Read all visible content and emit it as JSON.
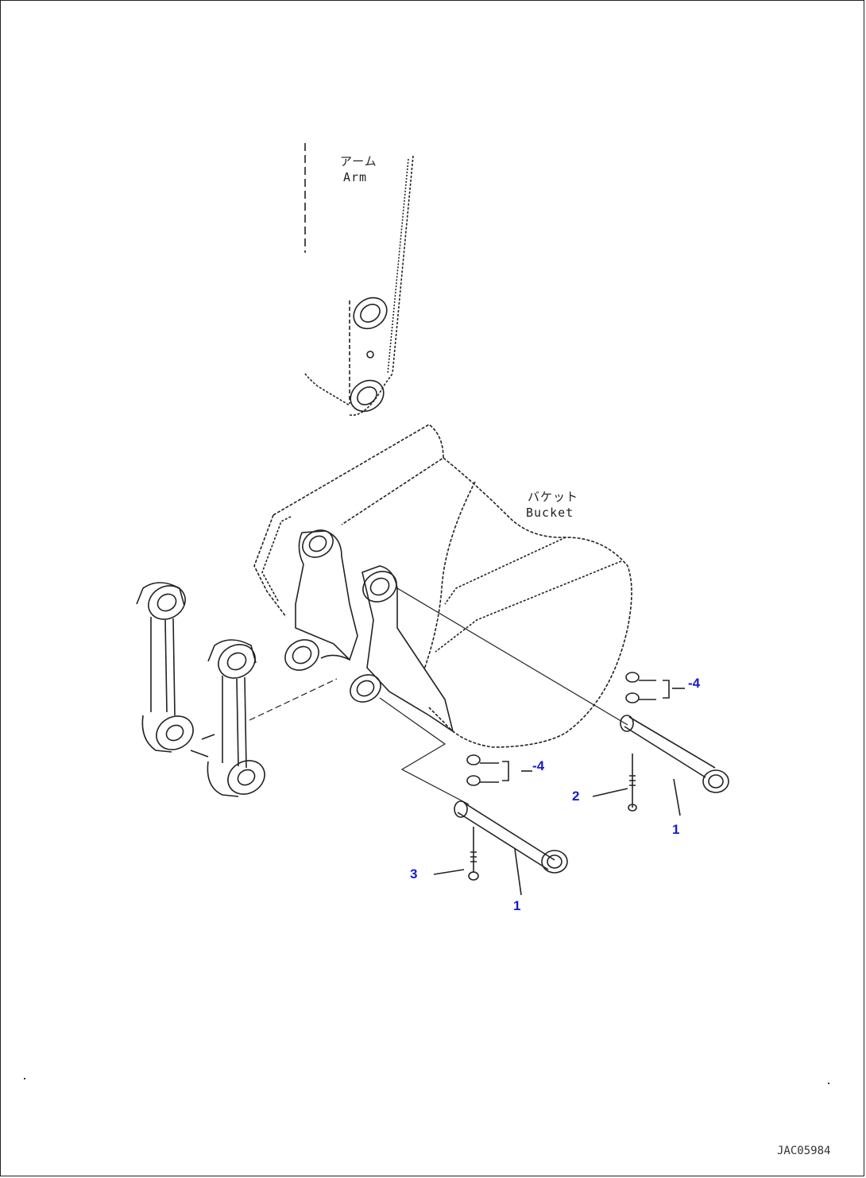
{
  "labels": {
    "arm_jp": "アーム",
    "arm_en": "Arm",
    "bucket_jp": "バケット",
    "bucket_en": "Bucket"
  },
  "callouts": {
    "c4_upper": "-4",
    "c4_lower": "-4",
    "c2": "2",
    "c1_right": "1",
    "c3": "3",
    "c1_left": "1"
  },
  "drawing_code": "JAC05984",
  "colors": {
    "callout": "#1a1acc",
    "line": "#222222"
  }
}
